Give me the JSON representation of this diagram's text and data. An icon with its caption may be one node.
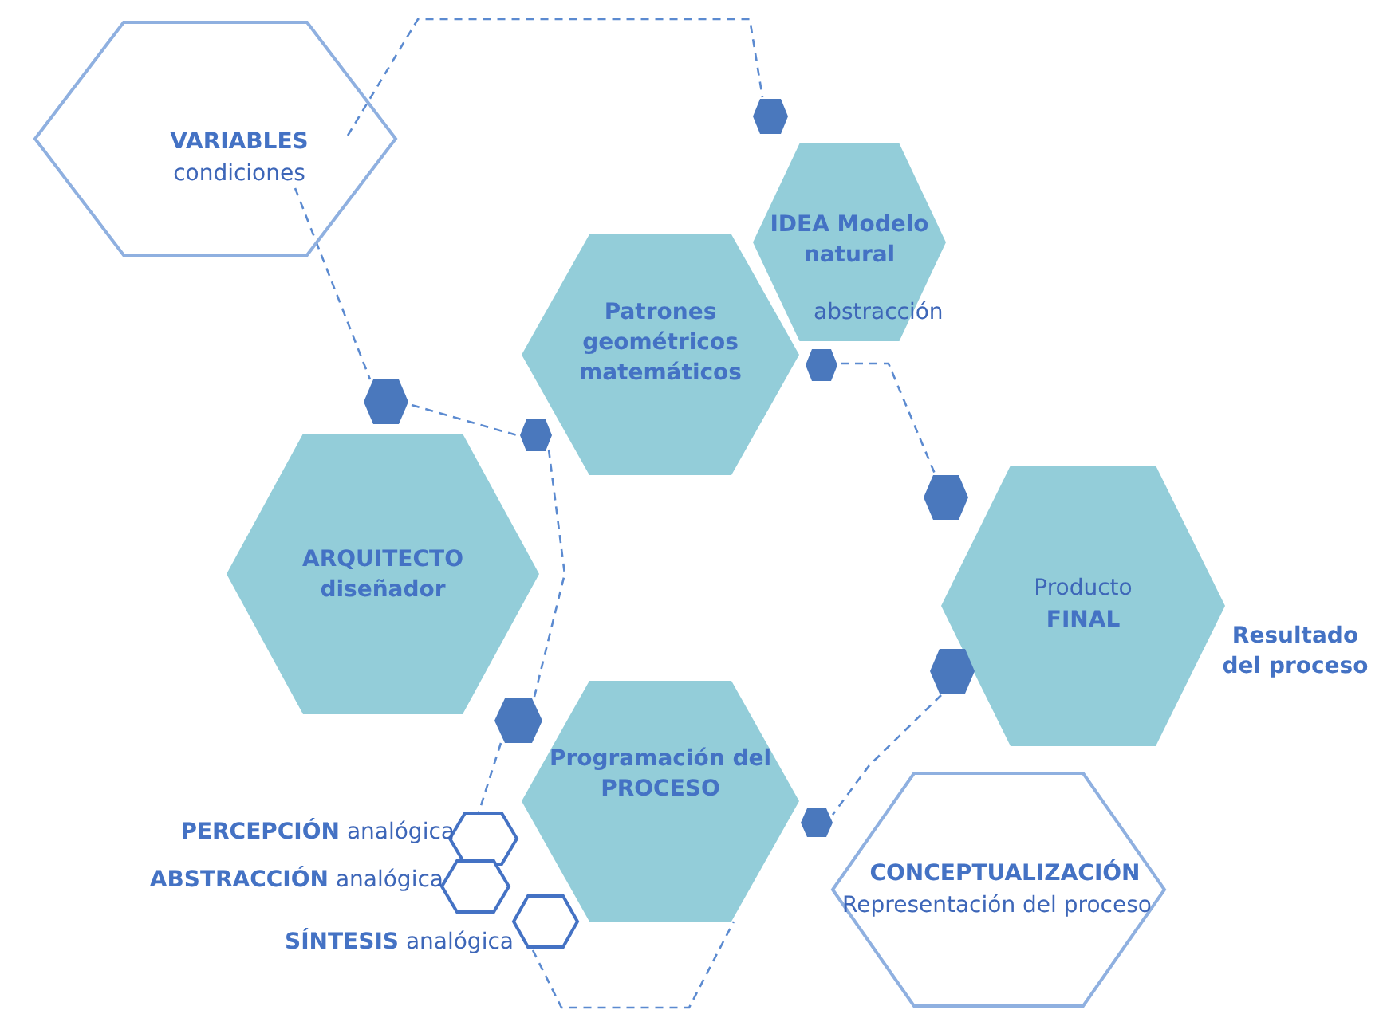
{
  "diagram": {
    "nodes": [
      {
        "text": [
          "VARIABLES",
          "condiciones"
        ]
      },
      {
        "text": [
          "IDEA Modelo natural",
          "abstracción"
        ]
      },
      {
        "text": [
          "Patrones geométricos matemáticos"
        ]
      },
      {
        "text": [
          "ARQUITECTO diseñador"
        ]
      },
      {
        "text": [
          "Producto",
          "FINAL"
        ],
        "beside": [
          "Resultado del proceso"
        ]
      },
      {
        "text": [
          "Programación del PROCESO"
        ]
      },
      {
        "text": [
          "CONCEPTUALIZACIÓN",
          "Representación del proceso"
        ]
      },
      {
        "text": [
          "**PERCEPCIÓN** analógica"
        ]
      },
      {
        "text": [
          "**ABSTRACCIÓN** analógica"
        ]
      },
      {
        "text": [
          "**SÍNTESIS** analógica"
        ]
      },
      {
        "text": [],
        "shape": "hexagon"
      },
      {
        "text": [],
        "shape": "hexagon"
      },
      {
        "text": [],
        "shape": "hexagon"
      },
      {
        "text": [],
        "shape": "hexagon"
      },
      {
        "text": [],
        "shape": "hexagon"
      },
      {
        "text": [],
        "shape": "hexagon"
      },
      {
        "text": [],
        "shape": "hexagon"
      },
      {
        "text": [],
        "shape": "hexagon"
      }
    ],
    "edges": [
      {
        "from": 0,
        "to": 10,
        "arrow": "none",
        "style": "dashed"
      },
      {
        "from": 0,
        "to": 11,
        "arrow": "none",
        "style": "dashed"
      },
      {
        "from": 10,
        "to": 13,
        "arrow": "none",
        "style": "dashed"
      },
      {
        "from": 13,
        "to": 16,
        "arrow": "none",
        "style": "dashed"
      },
      {
        "from": 12,
        "to": 14,
        "arrow": "none",
        "style": "dashed"
      },
      {
        "from": 15,
        "to": 17,
        "arrow": "none",
        "style": "dashed"
      },
      {
        "from": 16,
        "to": 7,
        "arrow": "none",
        "style": "dashed"
      },
      {
        "from": 9,
        "to": 5,
        "arrow": "none",
        "style": "dashed"
      }
    ]
  }
}
